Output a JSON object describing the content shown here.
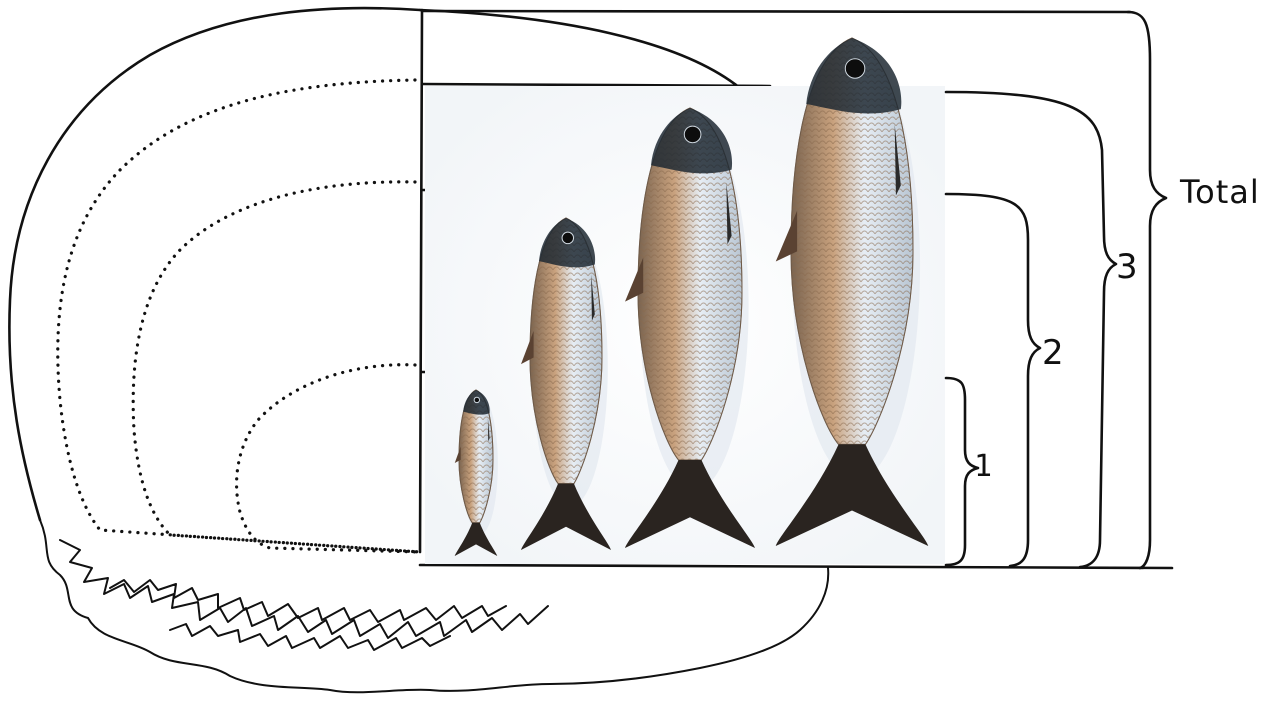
{
  "labels": {
    "total": "Total",
    "ring_3": "3",
    "ring_2": "2",
    "ring_1": "1"
  },
  "fish": [
    {
      "name": "fish-age-0"
    },
    {
      "name": "fish-age-1"
    },
    {
      "name": "fish-age-2"
    },
    {
      "name": "fish-age-3"
    }
  ],
  "colors": {
    "ink": "#111111",
    "fish_back": "#1f2933",
    "fish_belly": "#e4ecf4",
    "fish_scales": "#b08a66",
    "fin": "#2a2420"
  }
}
